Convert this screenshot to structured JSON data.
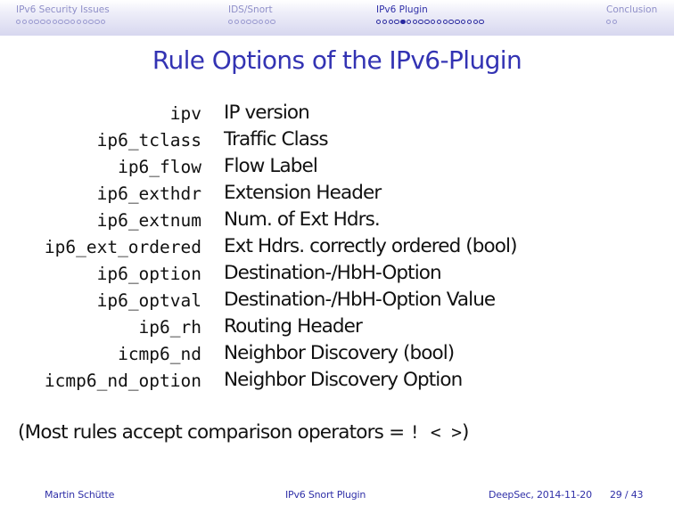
{
  "nav": [
    {
      "title": "IPv6 Security Issues",
      "dots": 15,
      "filled": -1,
      "active": false
    },
    {
      "title": "IDS/Snort",
      "dots": 8,
      "filled": -1,
      "active": false
    },
    {
      "title": "IPv6 Plugin",
      "dots": 18,
      "filled": 4,
      "active": true
    },
    {
      "title": "Conclusion",
      "dots": 2,
      "filled": -1,
      "active": false
    }
  ],
  "title": "Rule Options of the IPv6-Plugin",
  "rules": [
    {
      "name": "ipv",
      "desc": "IP version"
    },
    {
      "name": "ip6_tclass",
      "desc": "Traffic Class"
    },
    {
      "name": "ip6_flow",
      "desc": "Flow Label"
    },
    {
      "name": "ip6_exthdr",
      "desc": "Extension Header"
    },
    {
      "name": "ip6_extnum",
      "desc": "Num. of Ext Hdrs."
    },
    {
      "name": "ip6_ext_ordered",
      "desc": "Ext Hdrs. correctly ordered (bool)"
    },
    {
      "name": "ip6_option",
      "desc": "Destination-/HbH-Option"
    },
    {
      "name": "ip6_optval",
      "desc": "Destination-/HbH-Option Value"
    },
    {
      "name": "ip6_rh",
      "desc": "Routing Header"
    },
    {
      "name": "icmp6_nd",
      "desc": "Neighbor Discovery (bool)"
    },
    {
      "name": "icmp6_nd_option",
      "desc": "Neighbor Discovery Option"
    }
  ],
  "note": {
    "prefix": "(Most rules accept comparison operators = ",
    "operators": "! < >",
    "suffix": ")"
  },
  "footer": {
    "author": "Martin Schütte",
    "title": "IPv6 Snort Plugin",
    "event": "DeepSec, 2014-11-20",
    "page": "29 / 43"
  },
  "colors": {
    "title": "#3333b3",
    "nav_inactive": "#8f8fc8",
    "nav_active": "#3030a8"
  }
}
